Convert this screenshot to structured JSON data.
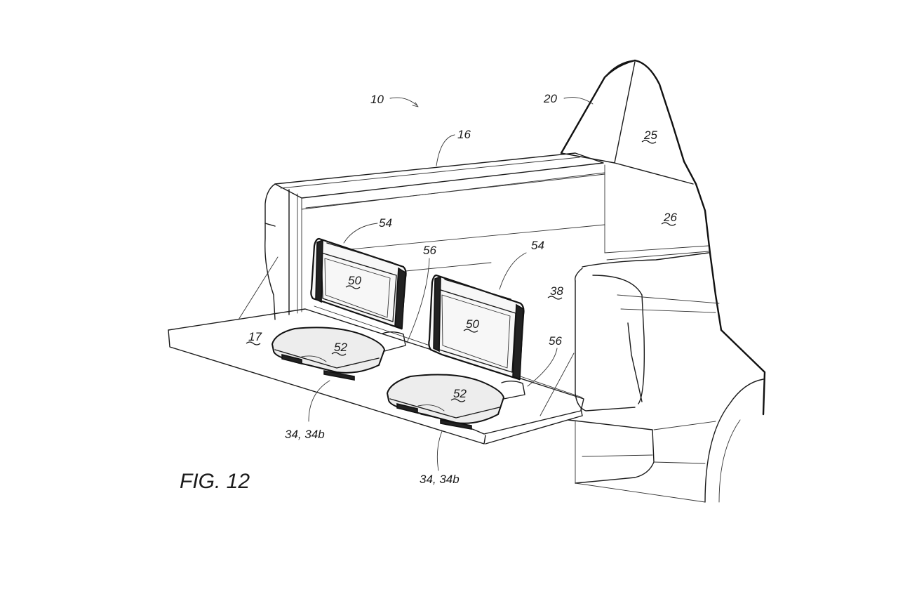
{
  "figure": {
    "label": "FIG. 12",
    "references": {
      "r10": "10",
      "r20": "20",
      "r16": "16",
      "r25": "25",
      "r26": "26",
      "r54a": "54",
      "r54b": "54",
      "r56a": "56",
      "r56b": "56",
      "r50a": "50",
      "r50b": "50",
      "r38": "38",
      "r17": "17",
      "r52a": "52",
      "r52b": "52",
      "r34a": "34, 34b",
      "r34b": "34, 34b"
    }
  }
}
